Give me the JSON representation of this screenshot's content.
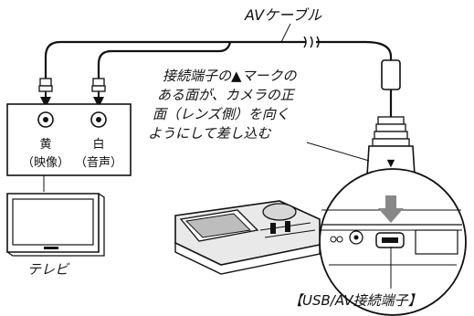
{
  "labels": {
    "cable": "AVケーブル",
    "instruction_lines": [
      "接続端子の▲マークの",
      "ある面が、カメラの正",
      "面（レンズ側）を向く",
      "ようにして差し込む"
    ],
    "jack_yellow": "黄",
    "jack_yellow_sub": "（映像）",
    "jack_white": "白",
    "jack_white_sub": "（音声）",
    "tv": "テレビ",
    "port": "【USB/AV接続端子】"
  },
  "icons": {
    "plug_mark": "▼",
    "direction": "down-arrow"
  }
}
